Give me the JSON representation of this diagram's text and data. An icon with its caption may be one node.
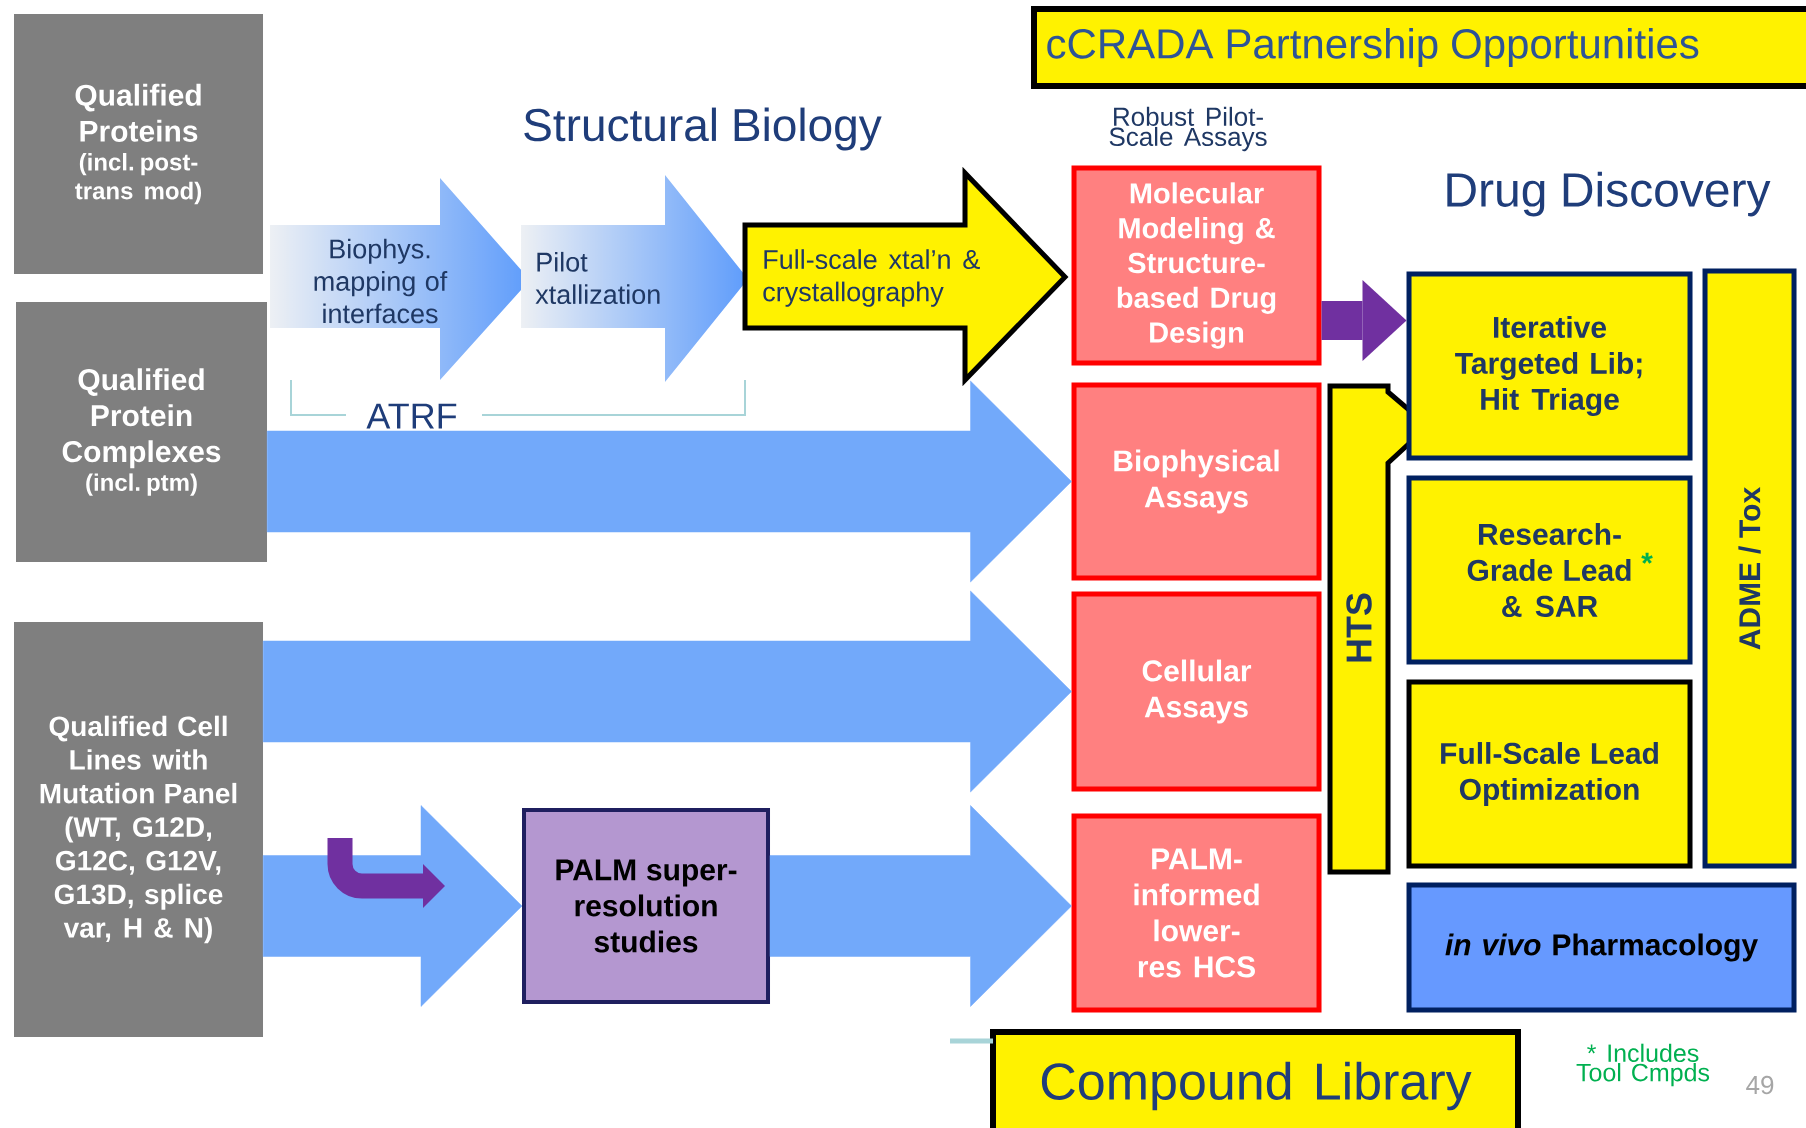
{
  "diagram": {
    "nodes": [
      {
        "text": [
          "Qualified Proteins",
          "(incl. post-trans mod)"
        ]
      },
      {
        "text": [
          "Qualified Protein Complexes",
          "(incl. ptm)"
        ]
      },
      {
        "text": [
          "Qualified Cell Lines with Mutation Panel",
          "(WT, G12D, G12C, G12V, G13D, splice var, H & N)"
        ]
      },
      {
        "text": [
          "Biophys. mapping of interfaces"
        ]
      },
      {
        "text": [
          "Pilot xtallization"
        ]
      },
      {
        "text": [
          "Full-scale xtal’n & crystallography"
        ]
      },
      {
        "text": [
          "Molecular Modeling & Structure-based Drug Design"
        ]
      },
      {
        "text": [
          "Biophysical Assays"
        ]
      },
      {
        "text": [
          "Cellular Assays"
        ]
      },
      {
        "text": [
          "PALM-informed lower-res HCS"
        ]
      },
      {
        "text": [
          "HTS"
        ]
      },
      {
        "text": [
          "Iterative Targeted Lib; Hit Triage"
        ]
      },
      {
        "text": [
          "Research-Grade Lead & SAR",
          "*"
        ]
      },
      {
        "text": [
          "Full-Scale Lead Optimization"
        ]
      },
      {
        "text": [
          "ADME / Tox"
        ]
      },
      {
        "text": [
          "*in vivo* Pharmacology"
        ]
      },
      {
        "text": [
          "PALM super-resolution studies"
        ]
      },
      {
        "text": [
          "cCRADA Partnership Opportunities"
        ]
      },
      {
        "text": [
          "Compound Library"
        ]
      }
    ],
    "edges": [
      {
        "from": 1,
        "to": 7,
        "arrow": "to"
      },
      {
        "from": 2,
        "to": 8,
        "arrow": "to"
      },
      {
        "from": 2,
        "to": 16,
        "arrow": "to"
      },
      {
        "from": 16,
        "to": 9,
        "arrow": "to"
      },
      {
        "from": 6,
        "to": 11,
        "arrow": "to",
        "color": "#7030a0"
      }
    ],
    "labels": [
      "Structural Biology",
      "Robust Pilot-Scale Assays",
      "Drug Discovery",
      "ATRF",
      "* Includes Tool Cmpds",
      "49"
    ]
  }
}
